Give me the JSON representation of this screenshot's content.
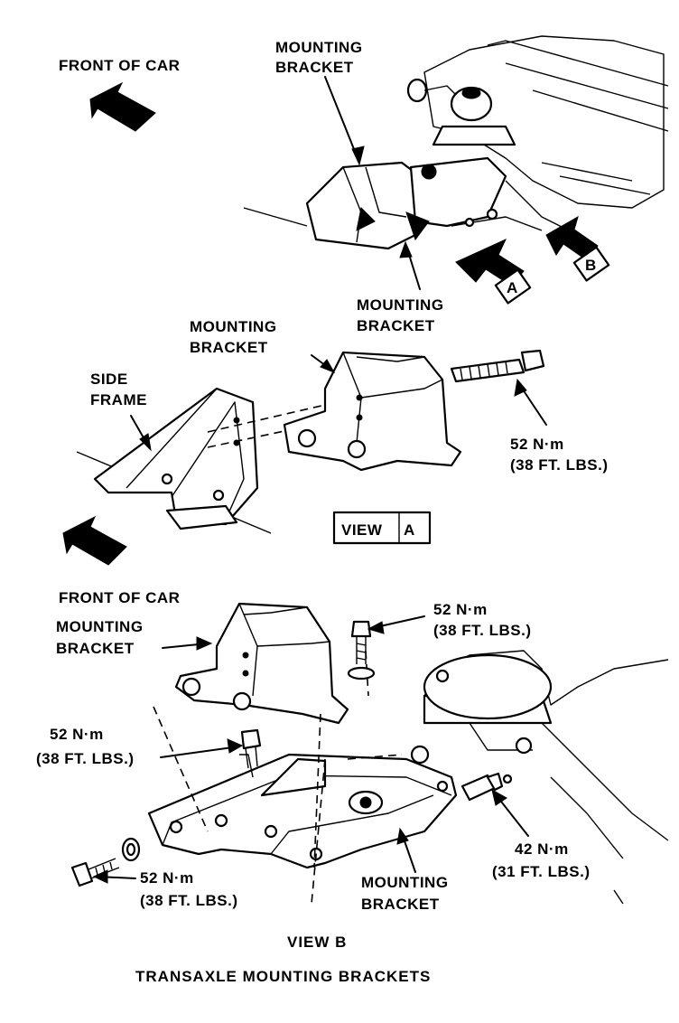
{
  "labels": {
    "front_of_car_top": "FRONT OF CAR",
    "mounting_bracket_top_1": "MOUNTING",
    "mounting_bracket_top_2": "BRACKET",
    "mounting_bracket_mid_1": "MOUNTING",
    "mounting_bracket_mid_2": "BRACKET",
    "mounting_bracket_viewa_1": "MOUNTING",
    "mounting_bracket_viewa_2": "BRACKET",
    "side_frame_1": "SIDE",
    "side_frame_2": "FRAME",
    "torque_viewa_1": "52 N·m",
    "torque_viewa_2": "(38 FT. LBS.)",
    "view_a_prefix": "VIEW",
    "view_a_letter": "A",
    "front_of_car_bottom": "FRONT OF CAR",
    "mounting_bracket_viewb_1": "MOUNTING",
    "mounting_bracket_viewb_2": "BRACKET",
    "torque_viewb_top_1": "52 N·m",
    "torque_viewb_top_2": "(38 FT. LBS.)",
    "torque_viewb_left_1": "52 N·m",
    "torque_viewb_left_2": "(38 FT. LBS.)",
    "torque_viewb_bottom_1": "52 N·m",
    "torque_viewb_bottom_2": "(38 FT. LBS.)",
    "mounting_bracket_viewb_bottom_1": "MOUNTING",
    "mounting_bracket_viewb_bottom_2": "BRACKET",
    "torque_viewb_right_1": "42 N·m",
    "torque_viewb_right_2": "(31 FT. LBS.)",
    "view_b": "VIEW B",
    "figure_title": "TRANSAXLE MOUNTING BRACKETS",
    "arrow_a": "A",
    "arrow_b": "B"
  }
}
